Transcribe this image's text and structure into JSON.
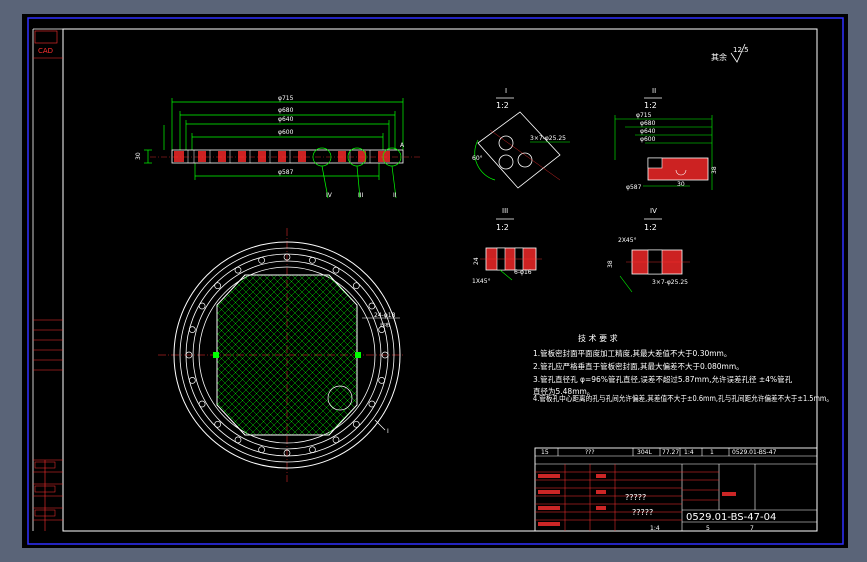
{
  "colors": {
    "frame_bg": "#5a6478",
    "paper": "#000000",
    "border": "#3030ff",
    "outline": "#ffffff",
    "dimension": "#00ff00",
    "hatch": "#ff0000",
    "centerline": "#ff3030",
    "note": "#ffffff"
  },
  "left_strip": {
    "top_label": "CAD"
  },
  "roughness": {
    "label": "其余",
    "value": "12.5"
  },
  "main_section": {
    "dims": [
      "φ715",
      "φ680",
      "φ640",
      "φ600",
      "φ587"
    ],
    "thickness": "30",
    "callouts": [
      "IV",
      "III",
      "II"
    ]
  },
  "plan_view": {
    "hole_note": "24-φ18",
    "hole_note_sub": "均布",
    "callout": "I"
  },
  "detail_I": {
    "title": "I",
    "scale": "1:2",
    "angle": "60°",
    "hole_note": "3×7-φ25.25"
  },
  "detail_II": {
    "title": "II",
    "scale": "1:2",
    "dims": [
      "φ715",
      "φ680",
      "φ640",
      "φ600",
      "φ587"
    ],
    "sub": [
      "30",
      "38"
    ]
  },
  "detail_III": {
    "title": "III",
    "scale": "1:2",
    "dims": [
      "24",
      "1X45°",
      "6-φ16"
    ]
  },
  "detail_IV": {
    "title": "IV",
    "scale": "1:2",
    "dims": [
      "2X45°",
      "38",
      "3×7-φ25.25"
    ]
  },
  "tech_requirements": {
    "heading": "技 术 要 求",
    "items": [
      "1.管板密封面平面度加工精度,其最大差值不大于0.30mm。",
      "2.管孔应严格垂直于管板密封面,其最大偏差不大于0.080mm。",
      "3.管孔直径孔 φ=96%管孔直径,误差不超过5.87mm,允许误差孔径 ±4%管孔",
      "   直径为5.48mm。",
      "4.管板孔中心距离的孔与孔间允许偏差,其差值不大于±0.6mm,孔与孔间距允许偏差不大于±1.5mm。"
    ]
  },
  "title_block": {
    "row1": [
      "15",
      "???",
      "304L",
      "77.27",
      "1:4",
      "1",
      "0529.01-BS-47"
    ],
    "name_a": "?????",
    "name_b": "?????",
    "drawing_no": "0529.01-BS-47-04",
    "scale": "1:4",
    "sheet_a": "5",
    "sheet_b": "7"
  }
}
